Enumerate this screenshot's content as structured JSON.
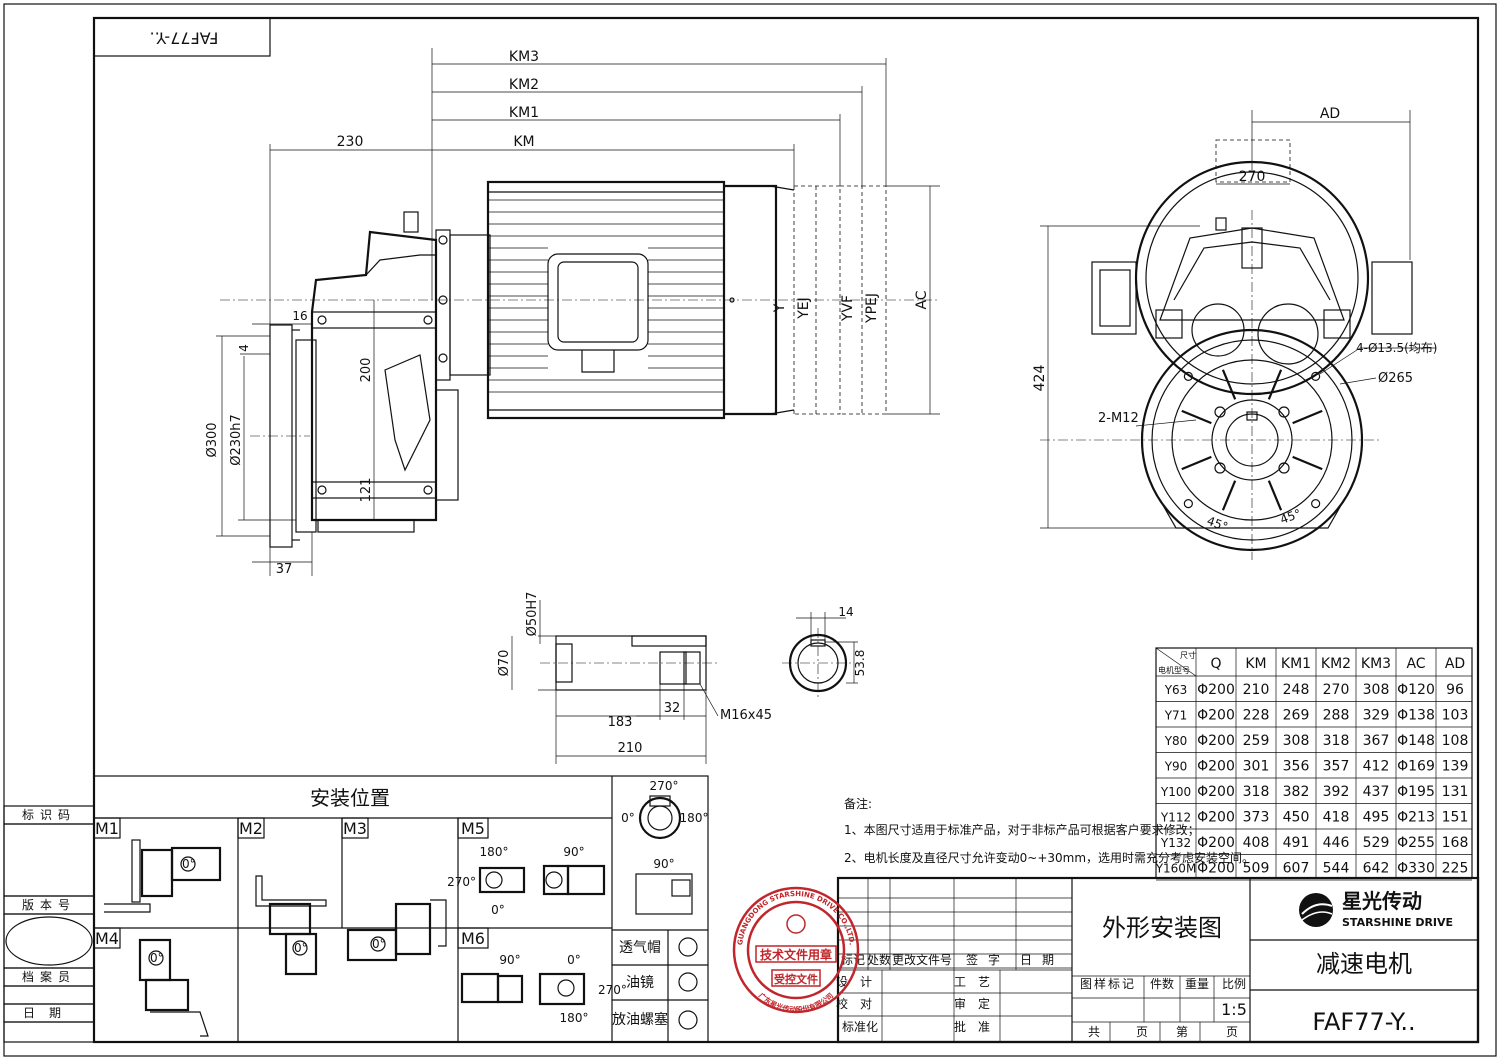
{
  "drawing_code_rotated": "FAF77-Y..",
  "dims": {
    "km3": "KM3",
    "km2": "KM2",
    "km1": "KM1",
    "km": "KM",
    "d230": "230",
    "d16": "16",
    "d4": "4",
    "d200": "200",
    "d121": "121",
    "d300": "Ø300",
    "d230h7": "Ø230h7",
    "d37": "37",
    "y": "Y",
    "yej": "YEJ",
    "yvf": "YVF",
    "ypej": "YPEJ",
    "ac": "AC",
    "ad": "AD",
    "d270": "270",
    "d424": "424",
    "holes4": "4-Ø13.5(均布)",
    "d265": "Ø265",
    "m12": "2-M12",
    "a45l": "45°",
    "a45r": "45°",
    "shaft_d50": "Ø50H7",
    "shaft_d70": "Ø70",
    "shaft_183": "183",
    "shaft_32": "32",
    "shaft_210": "210",
    "shaft_m16": "M16x45",
    "key_14": "14",
    "key_538": "53.8"
  },
  "spec_table": {
    "corner_top": "尺寸",
    "corner_bottom": "电机型号",
    "headers": [
      "Q",
      "KM",
      "KM1",
      "KM2",
      "KM3",
      "AC",
      "AD"
    ],
    "rows": [
      [
        "Y63",
        "Φ200",
        "210",
        "248",
        "270",
        "308",
        "Φ120",
        "96"
      ],
      [
        "Y71",
        "Φ200",
        "228",
        "269",
        "288",
        "329",
        "Φ138",
        "103"
      ],
      [
        "Y80",
        "Φ200",
        "259",
        "308",
        "318",
        "367",
        "Φ148",
        "108"
      ],
      [
        "Y90",
        "Φ200",
        "301",
        "356",
        "357",
        "412",
        "Φ169",
        "139"
      ],
      [
        "Y100",
        "Φ200",
        "318",
        "382",
        "392",
        "437",
        "Φ195",
        "131"
      ],
      [
        "Y112",
        "Φ200",
        "373",
        "450",
        "418",
        "495",
        "Φ213",
        "151"
      ],
      [
        "Y132",
        "Φ200",
        "408",
        "491",
        "446",
        "529",
        "Φ255",
        "168"
      ],
      [
        "Y160M",
        "Φ200",
        "509",
        "607",
        "544",
        "642",
        "Φ330",
        "225"
      ]
    ]
  },
  "mounting": {
    "title": "安装位置",
    "positions": [
      "M1",
      "M2",
      "M3",
      "M5",
      "M4",
      "M6"
    ],
    "angles": [
      "0°",
      "90°",
      "180°",
      "270°"
    ],
    "legend": [
      "透气帽",
      "油镜",
      "放油螺塞"
    ]
  },
  "notes": {
    "label": "备注:",
    "line1": "1、本图尺寸适用于标准产品，对于非标产品可根据客户要求修改；",
    "line2": "2、电机长度及直径尺寸允许变动0~+30mm，选用时需充分考虑安装空间。"
  },
  "left_strip": {
    "l1": "标识码",
    "l2": "版本号",
    "l3": "档案员",
    "l4": "日期"
  },
  "title_block": {
    "drawing_title": "外形安装图",
    "brand_cn": "星光传动",
    "brand_en": "STARSHINE DRIVE",
    "product": "减速电机",
    "model": "FAF77-Y..",
    "row_marks": [
      "标记",
      "处数",
      "更改文件号",
      "签字",
      "日期"
    ],
    "r_design": "设计",
    "r_check": "校对",
    "r_std": "标准化",
    "r_process": "工艺",
    "r_review": "审定",
    "r_approve": "批准",
    "cols": [
      "图样标记",
      "件数",
      "重量",
      "比例"
    ],
    "scale": "1:5",
    "total": "共",
    "page": "页",
    "sheet": "第",
    "page2": "页"
  },
  "stamp": {
    "ring_text": "GUANGDONG STARSHINE DRIVE CO.,LTD.",
    "ring_bottom": "广东星光传动股份有限公司",
    "line1": "技术文件用章",
    "line2": "受控文件"
  }
}
